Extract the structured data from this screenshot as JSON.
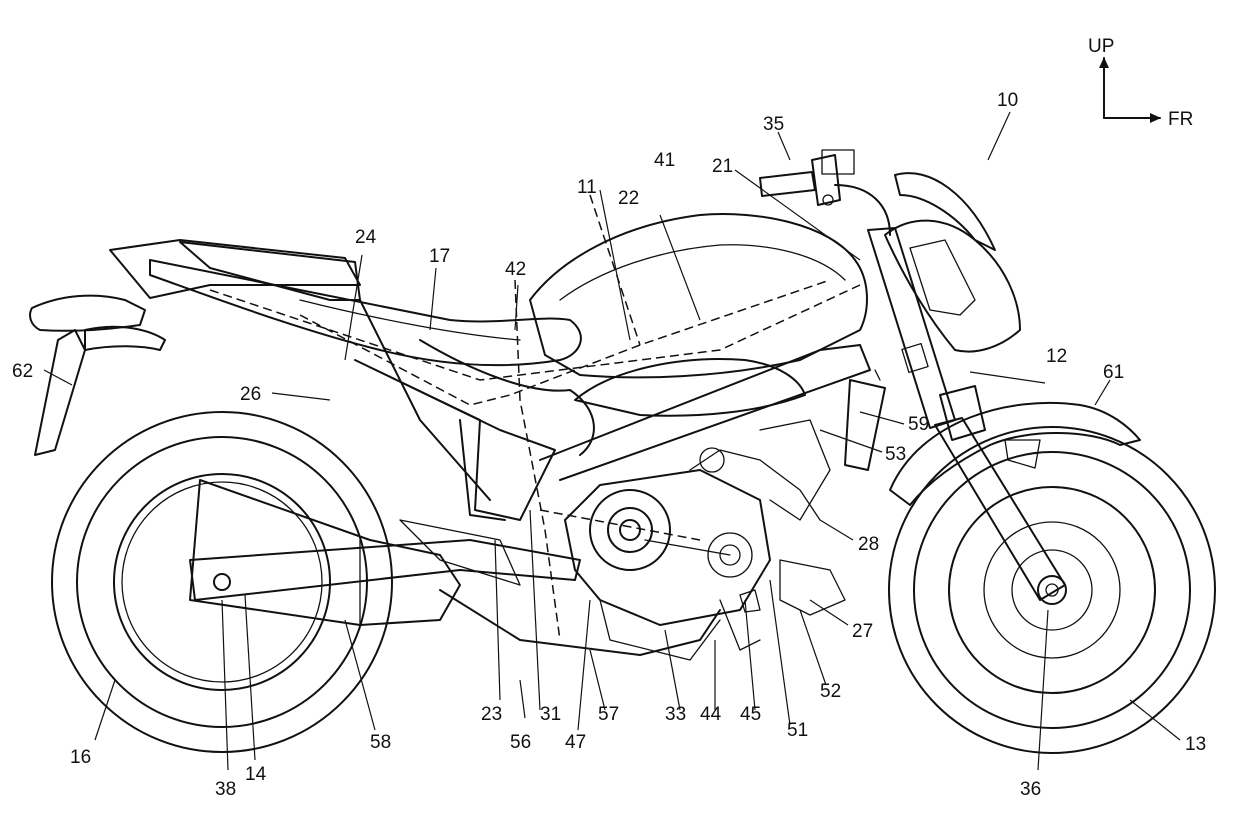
{
  "orientation": {
    "up_label": "UP",
    "front_label": "FR"
  },
  "reference_numerals": [
    "10",
    "11",
    "12",
    "13",
    "14",
    "16",
    "17",
    "21",
    "22",
    "23",
    "24",
    "26",
    "27",
    "28",
    "31",
    "33",
    "35",
    "36",
    "38",
    "41",
    "42",
    "44",
    "45",
    "47",
    "51",
    "52",
    "53",
    "56",
    "57",
    "58",
    "59",
    "61",
    "62"
  ]
}
